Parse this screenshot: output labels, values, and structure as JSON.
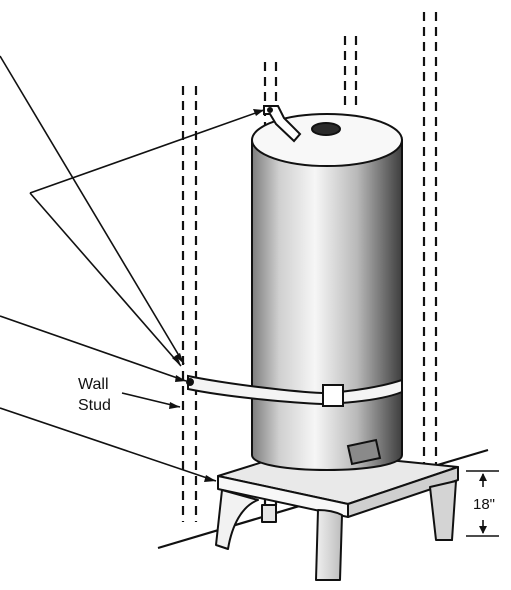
{
  "labels": {
    "wall": "Wall",
    "stud": "Stud",
    "height": "18\""
  },
  "colors": {
    "line": "#111111",
    "background": "#ffffff",
    "tank_light": "#f4f4f4",
    "tank_dark": "#4a4a4a"
  }
}
